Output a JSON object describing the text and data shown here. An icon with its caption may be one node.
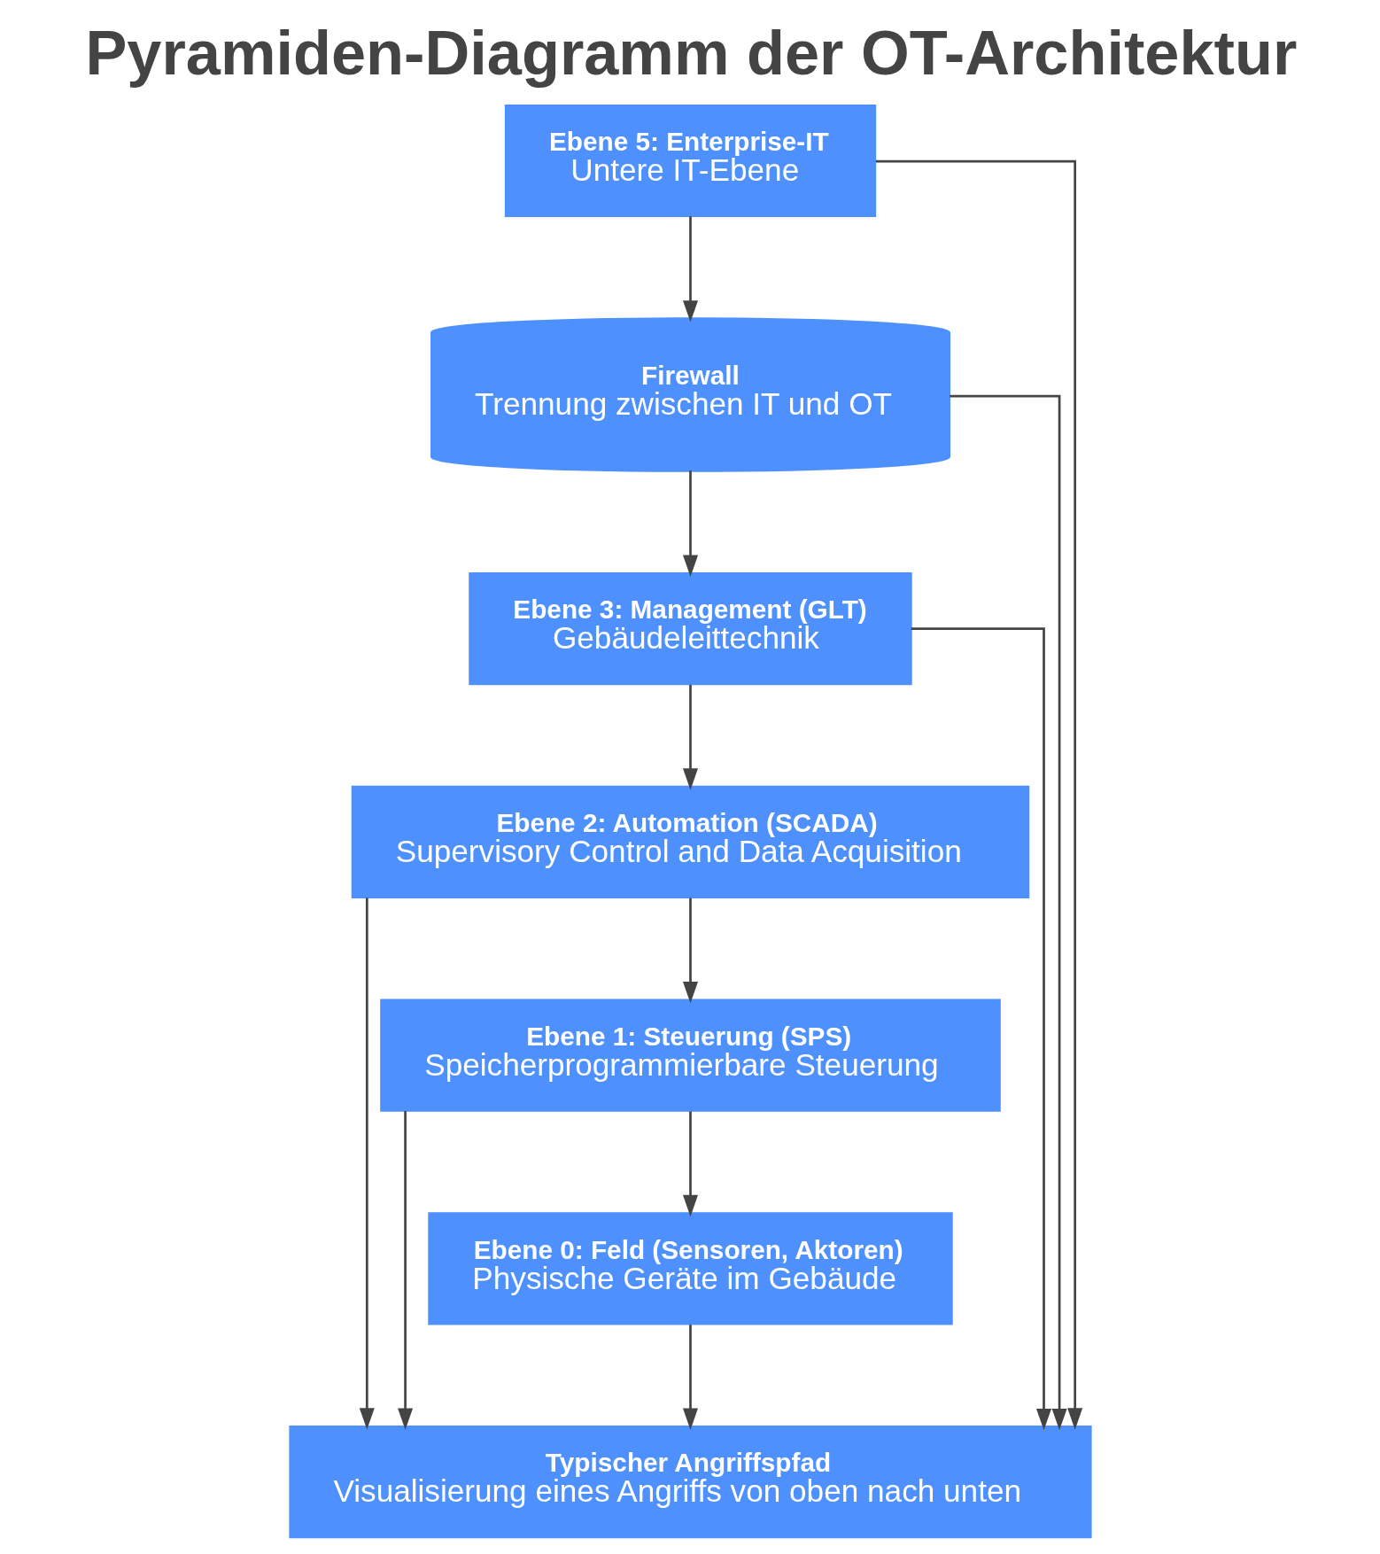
{
  "diagram": {
    "title": "Pyramiden-Diagramm der OT-Architektur",
    "nodes": [
      {
        "text": [
          "Ebene 5: Enterprise-IT",
          "Untere IT-Ebene"
        ]
      },
      {
        "text": [
          "Firewall",
          "Trennung zwischen IT und OT"
        ]
      },
      {
        "text": [
          "Ebene 3: Management (GLT)",
          "Gebäudeleittechnik"
        ]
      },
      {
        "text": [
          "Ebene 2: Automation (SCADA)",
          "Supervisory Control and Data Acquisition"
        ]
      },
      {
        "text": [
          "Ebene 1: Steuerung (SPS)",
          "Speicherprogrammierbare Steuerung"
        ]
      },
      {
        "text": [
          "Ebene 0: Feld (Sensoren, Aktoren)",
          "Physische Geräte im Gebäude"
        ]
      },
      {
        "text": [
          "Typischer Angriffspfad",
          "Visualisierung eines Angriffs von oben nach unten"
        ]
      }
    ],
    "edges": [
      {
        "from": 0,
        "to": 1,
        "arrow": "to"
      },
      {
        "from": 0,
        "to": 6,
        "arrow": "to"
      },
      {
        "from": 1,
        "to": 2,
        "arrow": "to"
      },
      {
        "from": 1,
        "to": 6,
        "arrow": "to"
      },
      {
        "from": 2,
        "to": 3,
        "arrow": "to"
      },
      {
        "from": 2,
        "to": 6,
        "arrow": "to"
      },
      {
        "from": 3,
        "to": 4,
        "arrow": "to"
      },
      {
        "from": 3,
        "to": 6,
        "arrow": "to"
      },
      {
        "from": 4,
        "to": 5,
        "arrow": "to"
      },
      {
        "from": 4,
        "to": 6,
        "arrow": "to"
      },
      {
        "from": 5,
        "to": 6,
        "arrow": "to"
      }
    ]
  }
}
